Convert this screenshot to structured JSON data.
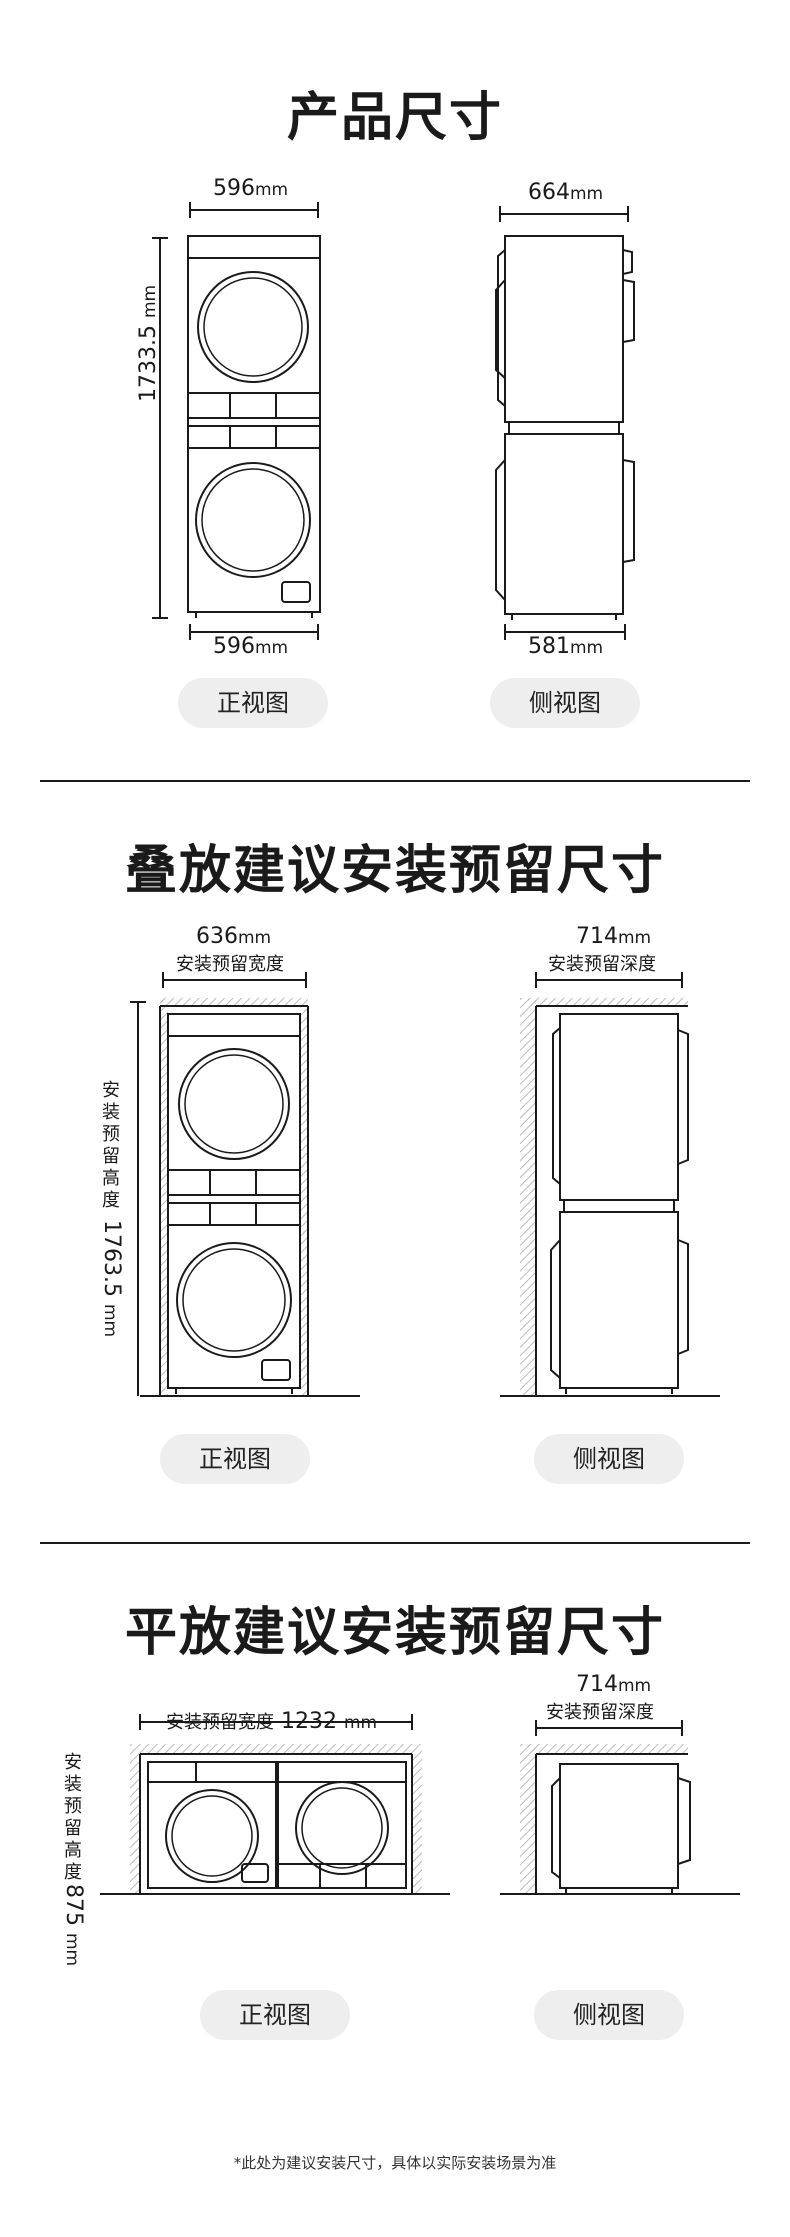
{
  "sections": [
    {
      "title": "产品尺寸",
      "front_label": "正视图",
      "side_label": "侧视图"
    },
    {
      "title": "叠放建议安装预留尺寸",
      "front_label": "正视图",
      "side_label": "侧视图"
    },
    {
      "title": "平放建议安装预留尺寸",
      "front_label": "正视图",
      "side_label": "侧视图"
    }
  ],
  "dims": {
    "s1_width_top": "596",
    "s1_width_bottom": "596",
    "s1_height": "1733.5",
    "s1_depth_top": "664",
    "s1_depth_bottom": "581",
    "s2_width": "636",
    "s2_width_label": "安装预留宽度",
    "s2_depth": "714",
    "s2_depth_label": "安装预留深度",
    "s2_height_label": "安装预留高度",
    "s2_height": "1763.5",
    "s3_width_label": "安装预留宽度",
    "s3_width": "1232",
    "s3_depth": "714",
    "s3_depth_label": "安装预留深度",
    "s3_height_label": "安装预留高度",
    "s3_height": "875",
    "unit": "mm"
  },
  "footnote": "*此处为建议安装尺寸，具体以实际安装场景为准"
}
